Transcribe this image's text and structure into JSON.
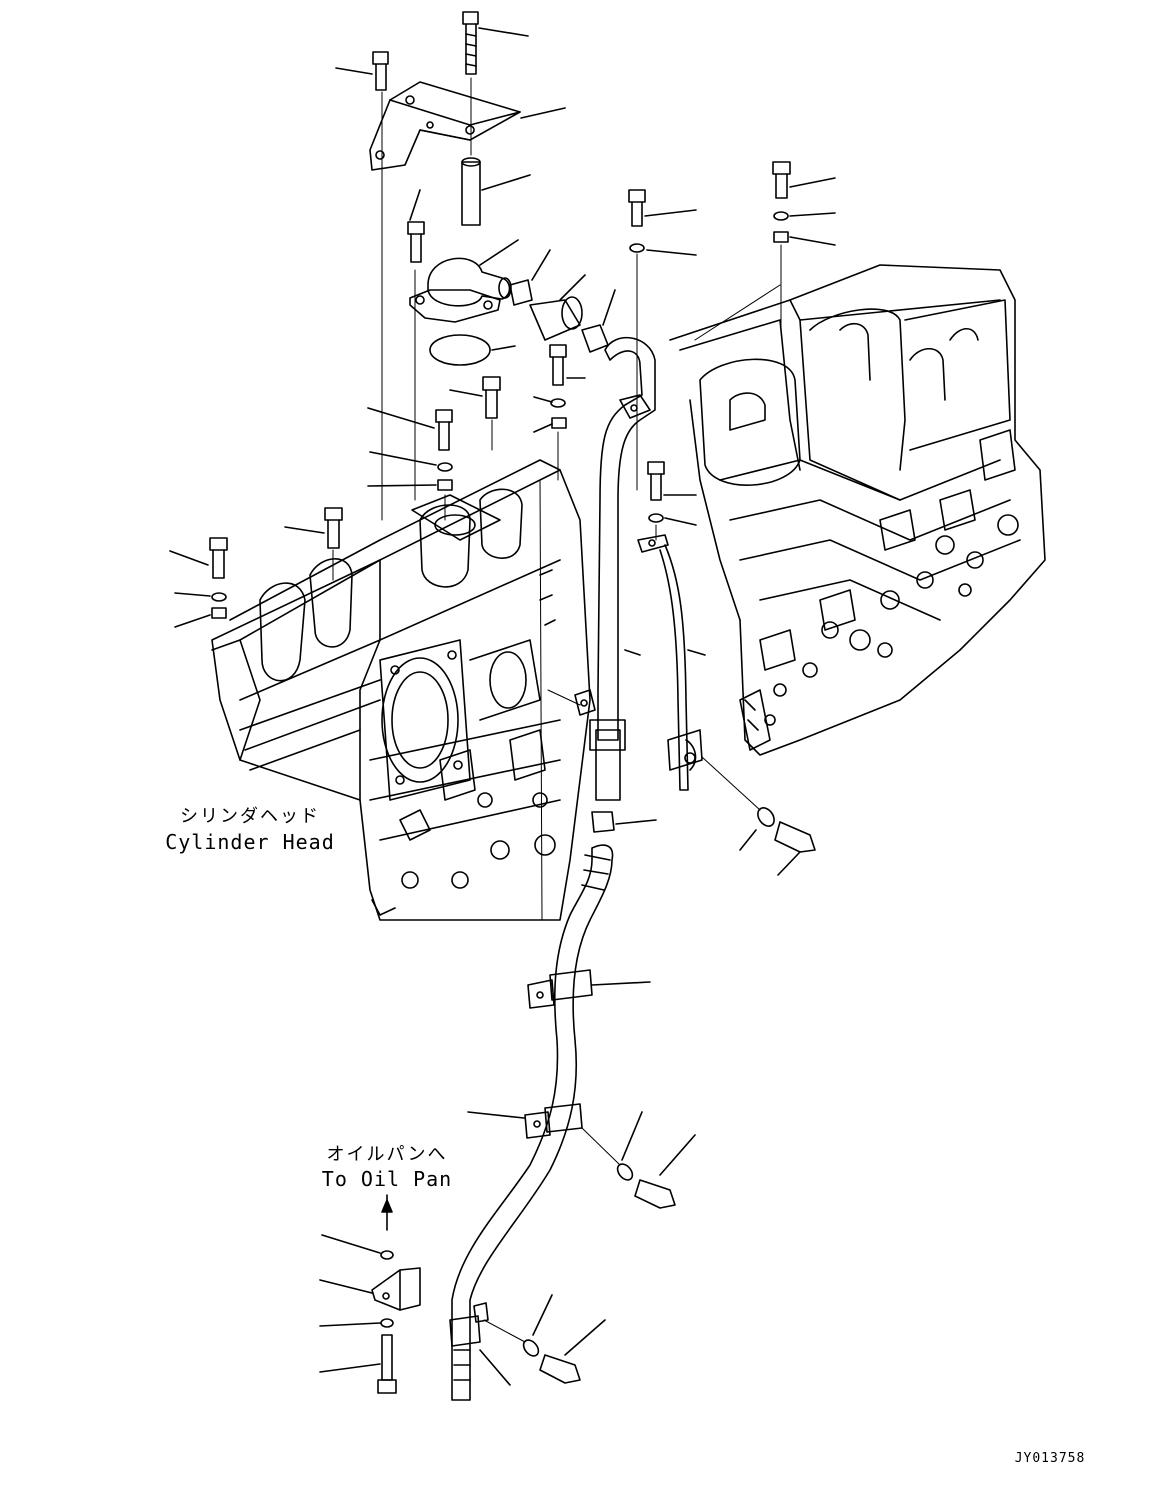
{
  "labels": {
    "cylinder_head_jp": "シリンダヘッド",
    "cylinder_head_en": "Cylinder Head",
    "oil_pan_jp": "オイルパンへ",
    "oil_pan_en": "To Oil Pan"
  },
  "drawing_code": "JY013758"
}
